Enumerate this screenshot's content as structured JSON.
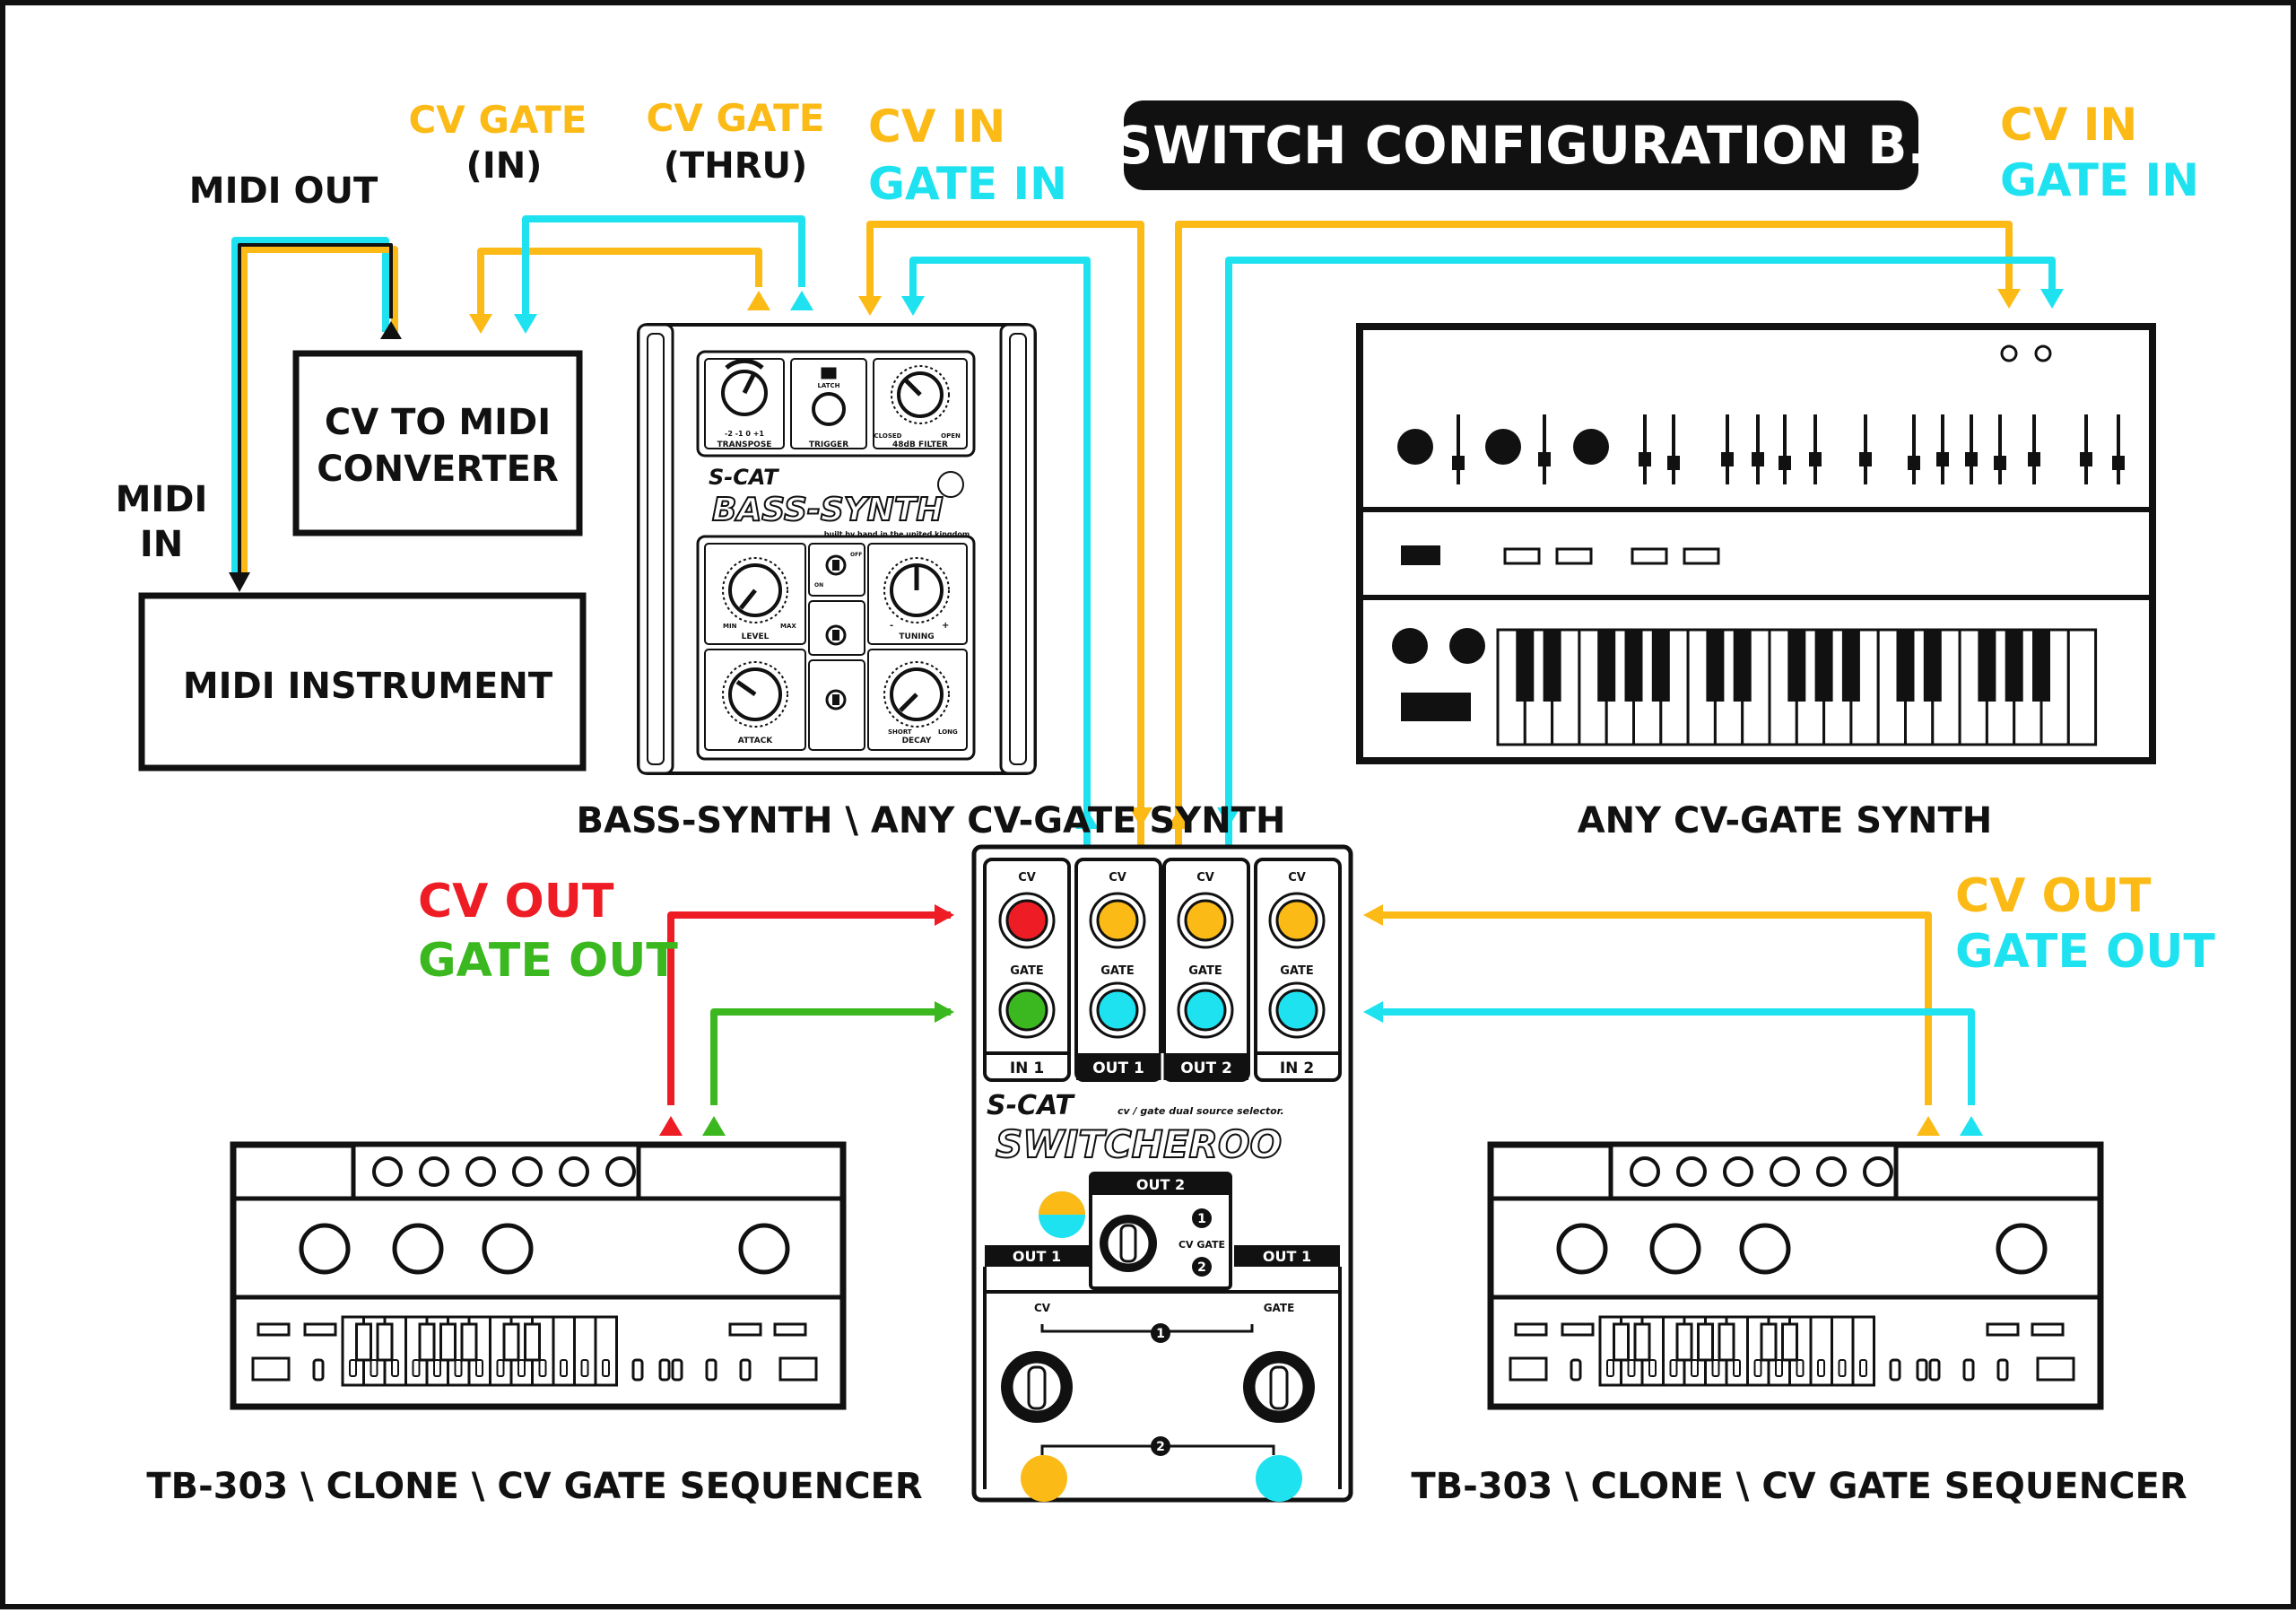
{
  "title": "SWITCH CONFIGURATION B.",
  "colors": {
    "cv": "#FBBA16",
    "gate": "#1FE2F0",
    "cv_in1": "#EE1C24",
    "gate_in1": "#3BB81F",
    "ink": "#111111",
    "panel": "#ffffff"
  },
  "labels": {
    "midi_out": "MIDI OUT",
    "midi_in_1": "MIDI",
    "midi_in_2": "IN",
    "cv_gate_in_cv": "CV",
    "cv_gate_in_gate": "GATE",
    "cv_gate_in_sub": "(IN)",
    "cv_gate_thru_cv": "CV",
    "cv_gate_thru_gate": "GATE",
    "cv_gate_thru_sub": "(THRU)",
    "left_cv_in": "CV IN",
    "left_gate_in": "GATE IN",
    "right_cv_in": "CV IN",
    "right_gate_in": "GATE IN",
    "cv_out_left": "CV OUT",
    "gate_out_left": "GATE OUT",
    "cv_out_right": "CV OUT",
    "gate_out_right": "GATE OUT",
    "bass_synth_caption": "BASS-SYNTH \\ ANY CV-GATE SYNTH",
    "any_synth_caption": "ANY CV-GATE SYNTH",
    "seq_left_caption": "TB-303 \\ CLONE \\ CV GATE SEQUENCER",
    "seq_right_caption": "TB-303 \\ CLONE \\ CV GATE SEQUENCER"
  },
  "boxes": {
    "cv_to_midi_1": "CV TO MIDI",
    "cv_to_midi_2": "CONVERTER",
    "midi_instrument": "MIDI INSTRUMENT"
  },
  "bass_synth": {
    "brand": "S-CAT",
    "name": "BASS-SYNTH",
    "tagline": "built by hand in the united kingdom",
    "transpose": "TRANSPOSE",
    "transpose_scale": "-2  -1  0  +1",
    "trigger": "TRIGGER",
    "latch": "LATCH",
    "filter": "48dB FILTER",
    "closed": "CLOSED",
    "open": "OPEN",
    "level": "LEVEL",
    "tuning": "TUNING",
    "attack": "ATTACK",
    "decay": "DECAY",
    "min": "MIN",
    "max": "MAX",
    "on": "ON",
    "off": "OFF",
    "minus": "-",
    "plus": "+",
    "short": "SHORT",
    "long": "LONG"
  },
  "switcheroo": {
    "jack_cv": "CV",
    "jack_gate": "GATE",
    "in1": "IN 1",
    "out1": "OUT 1",
    "out2": "OUT 2",
    "in2": "IN 2",
    "brand": "S-CAT",
    "tagline": "cv / gate dual source selector.",
    "name": "SWITCHEROO",
    "sel_out2": "OUT 2",
    "sel_out1_left": "OUT 1",
    "sel_out1_right": "OUT 1",
    "sel_cv_gate": "CV GATE",
    "num1": "1",
    "num2": "2",
    "lower_cv": "CV",
    "lower_gate": "GATE"
  }
}
